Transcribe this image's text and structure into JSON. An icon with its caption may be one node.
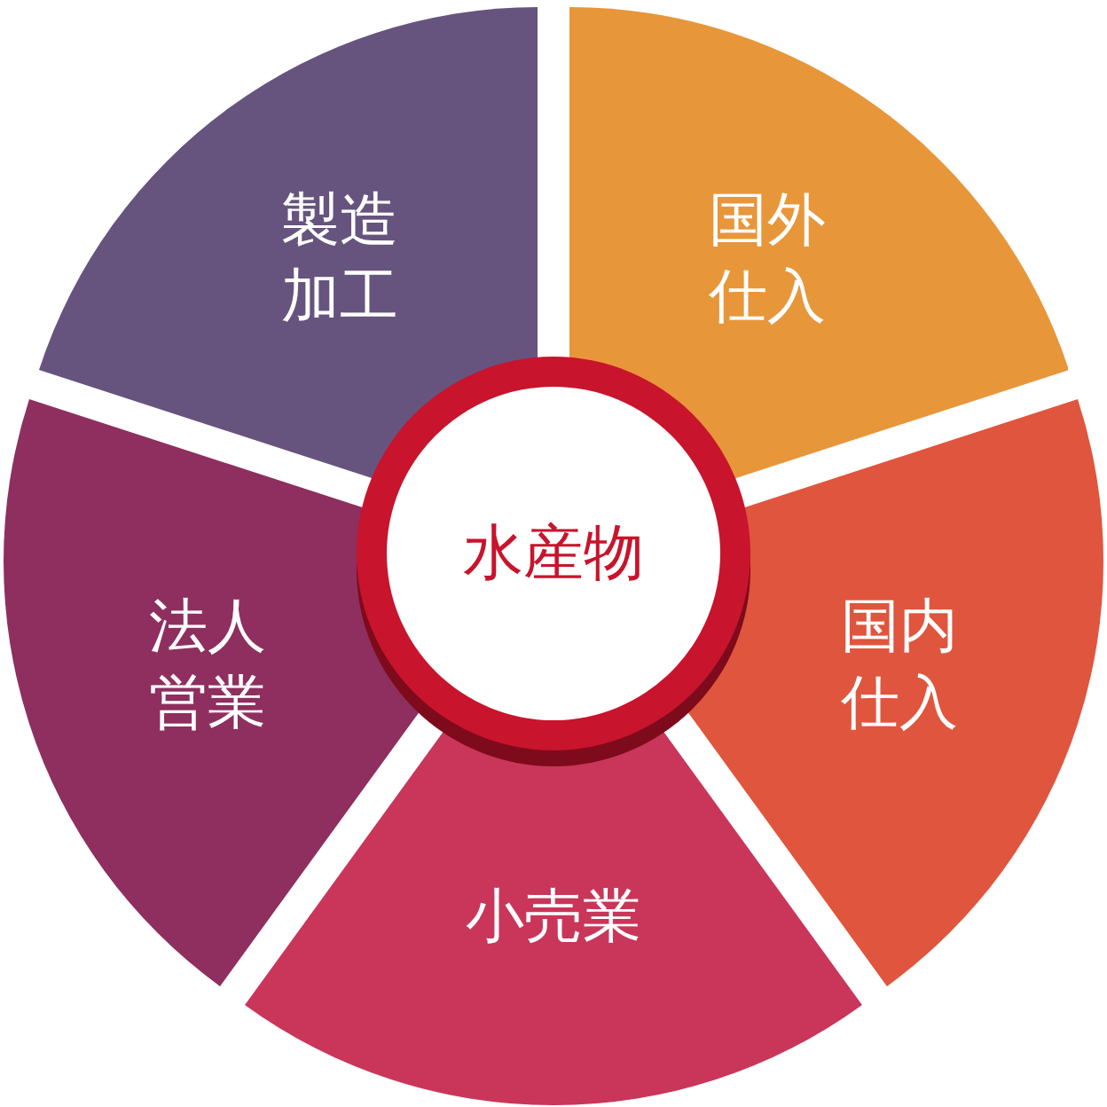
{
  "diagram": {
    "nodes": [
      {
        "text": [
          "製造加工"
        ]
      },
      {
        "text": [
          "国外仕入"
        ]
      },
      {
        "text": [
          "水産物"
        ]
      },
      {
        "text": [
          "法人営業"
        ]
      },
      {
        "text": [
          "国内仕入"
        ]
      },
      {
        "text": [
          "小売業"
        ]
      }
    ]
  }
}
